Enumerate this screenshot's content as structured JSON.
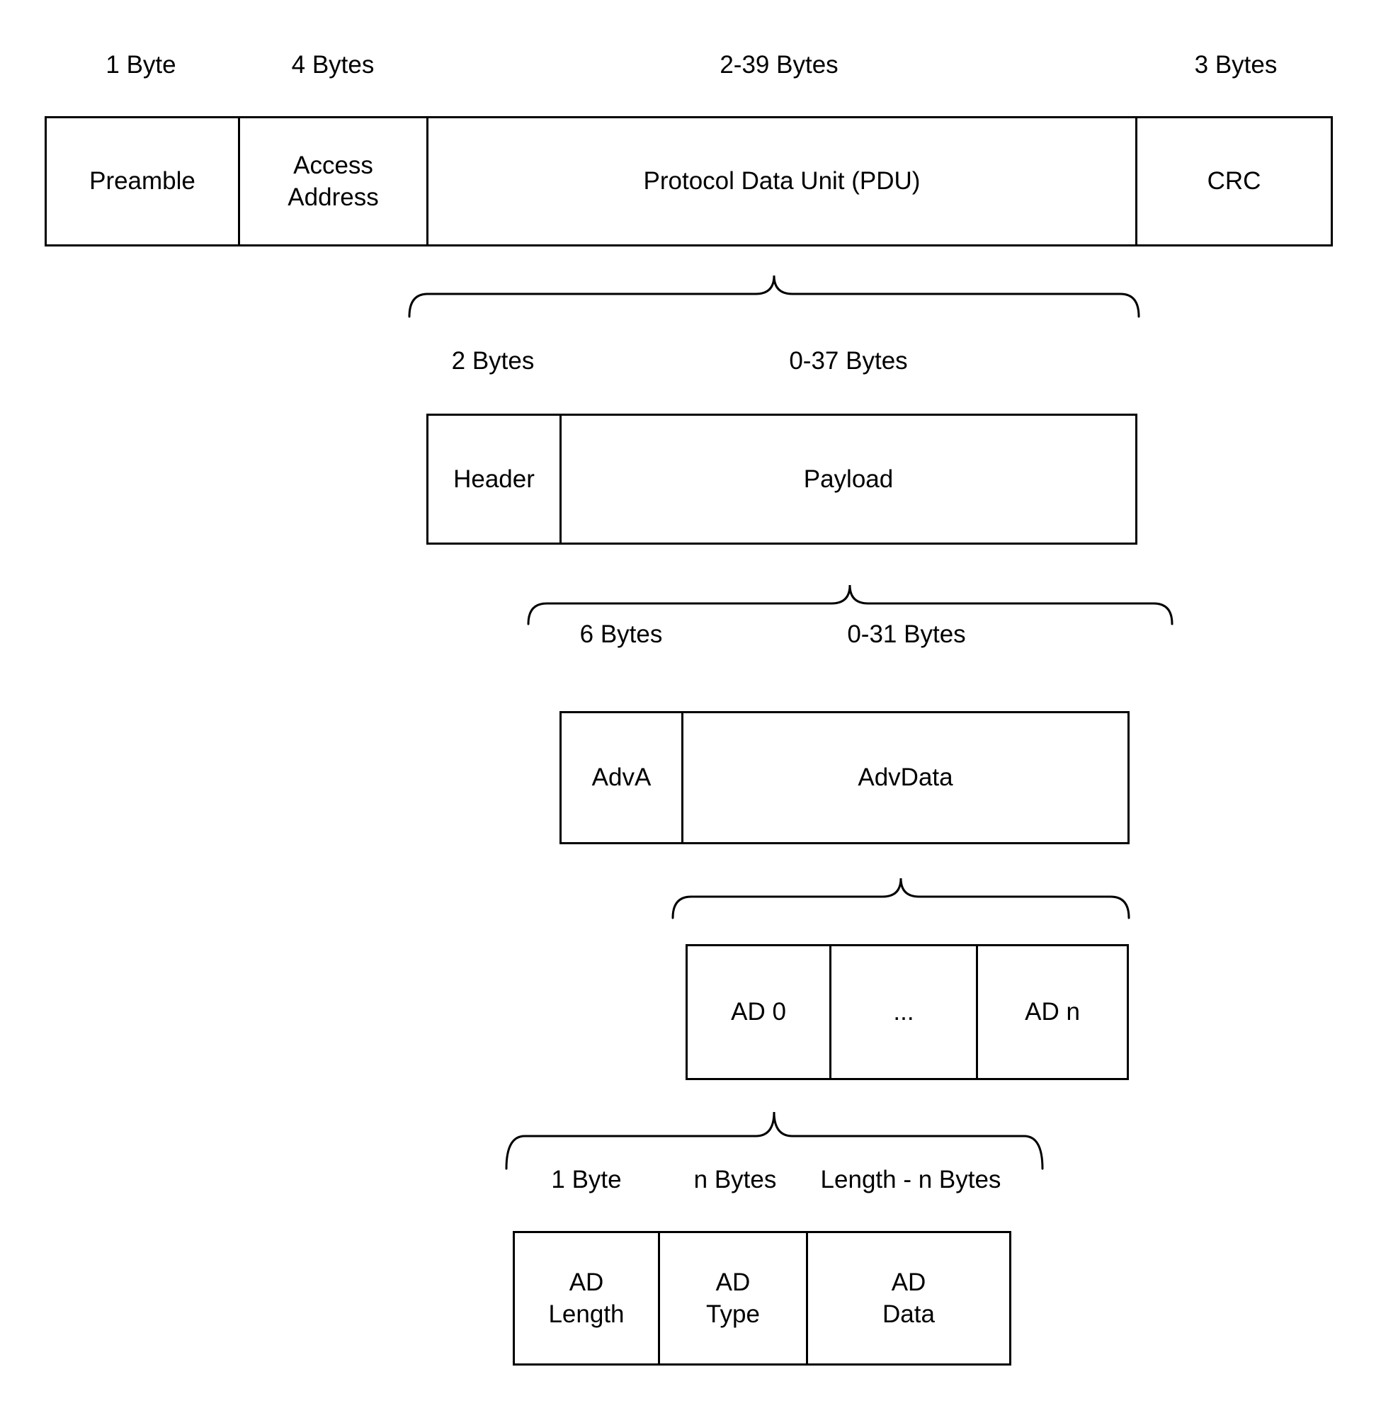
{
  "diagram": {
    "title_implicit": "BLE advertising packet structure",
    "colors": {
      "stroke": "#000000",
      "background": "#ffffff",
      "text": "#000000"
    },
    "rows": [
      {
        "name": "packet",
        "fields": [
          {
            "size": "1 Byte",
            "label": "Preamble"
          },
          {
            "size": "4 Bytes",
            "label": "Access\nAddress"
          },
          {
            "size": "2-39 Bytes",
            "label": "Protocol Data Unit (PDU)"
          },
          {
            "size": "3 Bytes",
            "label": "CRC"
          }
        ]
      },
      {
        "name": "pdu",
        "fields": [
          {
            "size": "2 Bytes",
            "label": "Header"
          },
          {
            "size": "0-37 Bytes",
            "label": "Payload"
          }
        ]
      },
      {
        "name": "payload",
        "fields": [
          {
            "size": "6 Bytes",
            "label": "AdvA"
          },
          {
            "size": "0-31 Bytes",
            "label": "AdvData"
          }
        ]
      },
      {
        "name": "advdata",
        "fields": [
          {
            "label": "AD 0"
          },
          {
            "label": "..."
          },
          {
            "label": "AD n"
          }
        ]
      },
      {
        "name": "ad_structure",
        "fields": [
          {
            "size": "1 Byte",
            "label": "AD\nLength"
          },
          {
            "size": "n Bytes",
            "label": "AD\nType"
          },
          {
            "size": "Length - n Bytes",
            "label": "AD\nData"
          }
        ]
      }
    ]
  }
}
